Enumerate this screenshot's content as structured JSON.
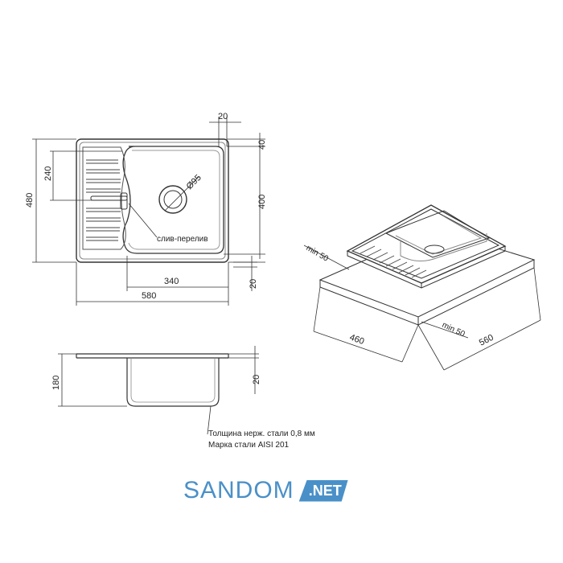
{
  "dimensions": {
    "top_20": "20",
    "right_40": "40",
    "right_400": "400",
    "left_240": "240",
    "left_480": "480",
    "diameter": "Ø95",
    "overflow_label": "слив-перелив",
    "bottom_340": "340",
    "bottom_right_20": "20",
    "bottom_580": "580",
    "side_180": "180",
    "side_20": "20",
    "iso_min50_top": "min 50",
    "iso_min50_bottom": "min 50",
    "iso_460": "460",
    "iso_560": "560"
  },
  "notes": {
    "thickness": "Толщина нерж. стали 0,8 мм",
    "grade": "Марка стали AISI 201"
  },
  "brand": {
    "name": "SANDOM",
    "tld": ".NET",
    "color": "#4a90c8"
  }
}
